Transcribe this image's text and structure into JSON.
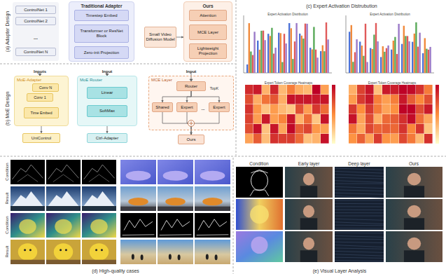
{
  "diagram": {
    "nodes": [
      {
        "text": [
          "ControlNet 1"
        ]
      },
      {
        "text": [
          "ControlNet 2"
        ]
      },
      {
        "text": [
          "ControlNet N"
        ]
      },
      {
        "text": [
          "Traditional Adapter"
        ]
      },
      {
        "text": [
          "Timestep Embed"
        ],
        "in": 3
      },
      {
        "text": [
          "Transformer or ResNet Block"
        ],
        "in": 3
      },
      {
        "text": [
          "Zero-init Projection"
        ],
        "in": 3
      },
      {
        "text": [
          "Small Video Diffusion Model"
        ]
      },
      {
        "text": [
          "Ours"
        ]
      },
      {
        "text": [
          "Attention"
        ],
        "in": 8
      },
      {
        "text": [
          "MCE Layer"
        ],
        "in": 8
      },
      {
        "text": [
          "Lightweight Projection"
        ],
        "in": 8
      },
      {
        "text": [
          "MoE-Adapter"
        ]
      },
      {
        "text": [
          "Conv N"
        ],
        "in": 12
      },
      {
        "text": [
          "Conv 1"
        ],
        "in": 12
      },
      {
        "text": [
          "Time Embed"
        ],
        "in": 12
      },
      {
        "text": [
          "UniControl"
        ]
      },
      {
        "text": [
          "MoE Router"
        ]
      },
      {
        "text": [
          "Linear"
        ],
        "in": 17
      },
      {
        "text": [
          "SoftMax"
        ],
        "in": 17
      },
      {
        "text": [
          "Ctrl-Adapter"
        ]
      },
      {
        "text": [
          "MCE Layer"
        ]
      },
      {
        "text": [
          "Router"
        ],
        "in": 21
      },
      {
        "text": [
          "Shared"
        ],
        "in": 21
      },
      {
        "text": [
          "Expert"
        ],
        "in": 21
      },
      {
        "text": [
          "Expert"
        ],
        "in": 21
      },
      {
        "text": [
          "Ours"
        ]
      }
    ],
    "edges": [
      {
        "from": 7,
        "to": 8,
        "arrow": "to"
      },
      {
        "from": 12,
        "to": 16,
        "arrow": "to"
      },
      {
        "from": 17,
        "to": 20,
        "arrow": "to"
      },
      {
        "from": 22,
        "to": 23,
        "arrow": "to"
      },
      {
        "from": 22,
        "to": 24,
        "arrow": "to"
      },
      {
        "from": 22,
        "to": 25,
        "arrow": "to"
      },
      {
        "from": 23,
        "to": 26,
        "arrow": "to"
      },
      {
        "from": 24,
        "to": 26,
        "arrow": "to"
      },
      {
        "from": 25,
        "to": 26,
        "arrow": "to"
      }
    ],
    "labels": [
      "(a) Adapter Design",
      "...",
      "(b) MoE Design",
      "Inputs",
      "Input",
      "Input",
      "TopK",
      "...",
      "(c) Expert Activation Distrubution",
      "Expert Activation Distribution",
      "Expert Activation Distribution",
      "Expert Token Coverage Heatmaps",
      "Expert Token Coverage Heatmaps",
      "Condition",
      "Result",
      "Condition",
      "Result",
      "(d) High-quality cases",
      "Condition",
      "Early layer",
      "Deep layer",
      "Ours",
      "(e) Visual Layer Analysis"
    ]
  }
}
